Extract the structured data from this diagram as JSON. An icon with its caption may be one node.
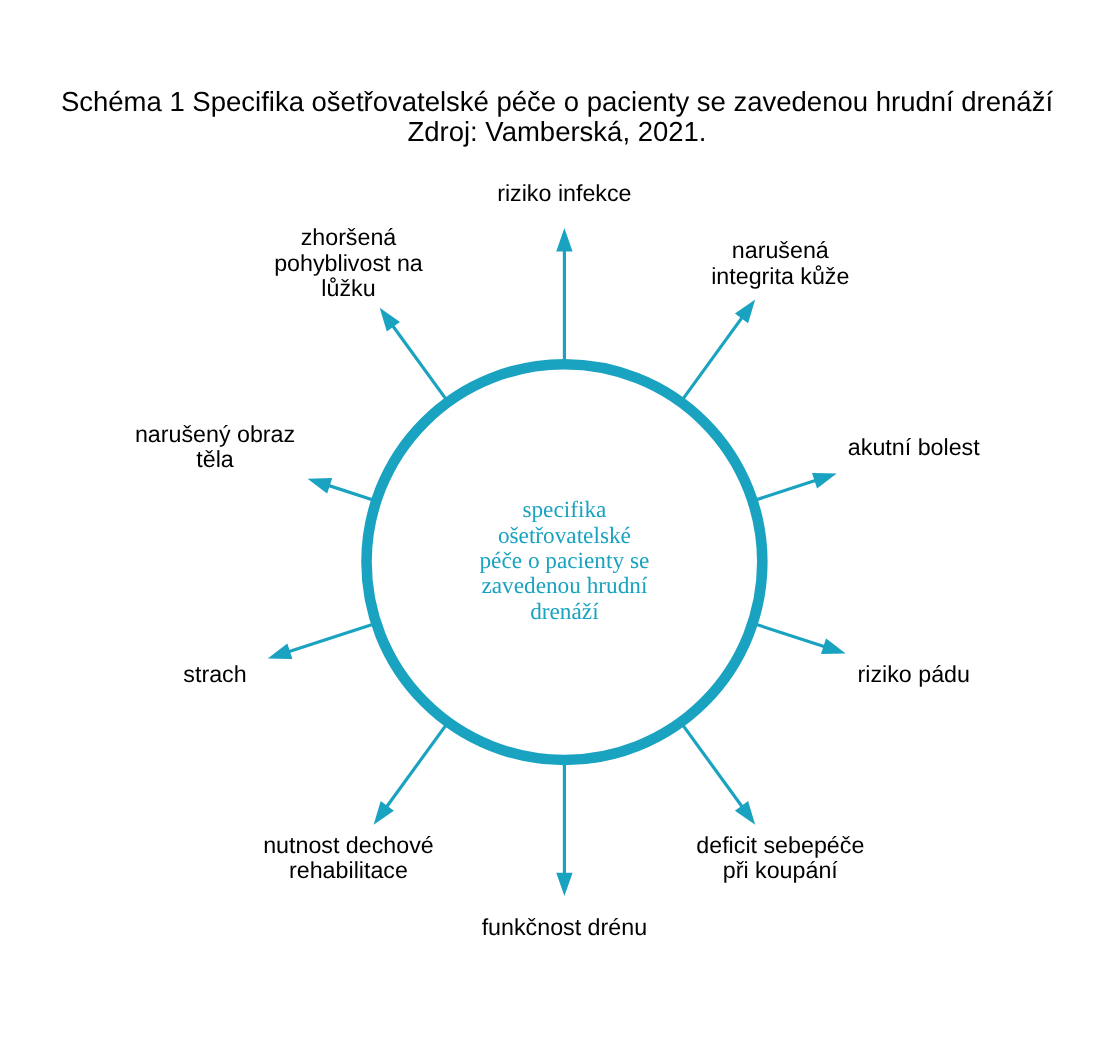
{
  "diagram": {
    "title": "Schéma 1 Specifika ošetřovatelské péče o pacienty se zavedenou hrudní drenáží",
    "caption": "Zdroj: Vamberská, 2021.",
    "nodes": [
      {
        "text": [
          "specifika ošetřovatelské péče o pacienty se zavedenou hrudní drenáží"
        ]
      },
      {
        "text": [
          "riziko pádu"
        ]
      },
      {
        "text": [
          "akutní bolest"
        ]
      },
      {
        "text": [
          "deficit sebepéče při koupání"
        ]
      },
      {
        "text": [
          "narušená integrita kůže"
        ]
      },
      {
        "text": [
          "funkčnost drénu"
        ]
      },
      {
        "text": [
          "riziko infekce"
        ]
      },
      {
        "text": [
          "nutnost dechové rehabilitace"
        ]
      },
      {
        "text": [
          "zhoršená pohyblivost na lůžku"
        ]
      },
      {
        "text": [
          "strach"
        ]
      },
      {
        "text": [
          "narušený obraz těla"
        ]
      }
    ],
    "edges": [
      {
        "from": 0,
        "to": 2,
        "arrow": "to"
      },
      {
        "from": 0,
        "to": 4,
        "arrow": "to"
      },
      {
        "from": 0,
        "to": 6,
        "arrow": "to"
      },
      {
        "from": 0,
        "to": 8,
        "arrow": "to"
      },
      {
        "from": 0,
        "to": 10,
        "arrow": "to"
      },
      {
        "from": 0,
        "to": 9,
        "arrow": "to"
      },
      {
        "from": 0,
        "to": 7,
        "arrow": "to"
      },
      {
        "from": 0,
        "to": 5,
        "arrow": "to"
      },
      {
        "from": 0,
        "to": 3,
        "arrow": "to"
      },
      {
        "from": 0,
        "to": 1,
        "arrow": "to"
      }
    ]
  }
}
